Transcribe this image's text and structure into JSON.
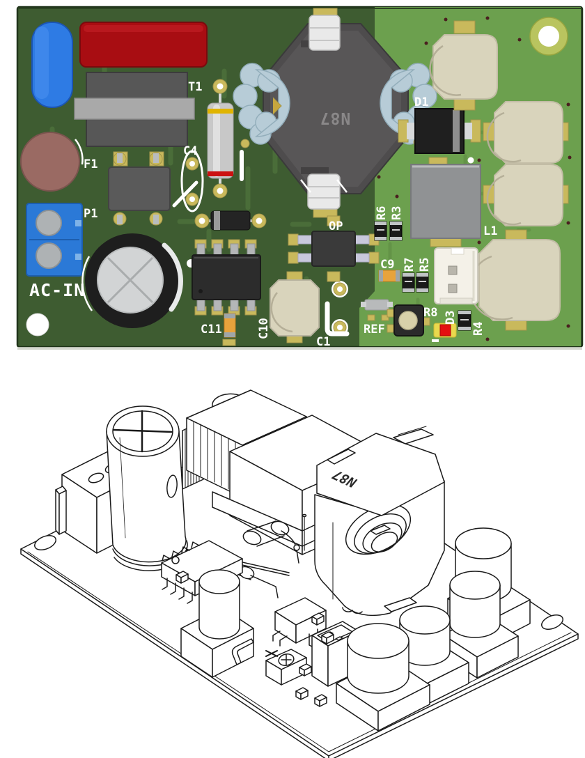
{
  "figure": {
    "type": "pcb-technical-illustration",
    "views": {
      "top": "3D rendered top view of power supply PCB",
      "iso": "Isometric line-art view of the same PCB"
    }
  },
  "labels": {
    "t1": "T1",
    "c4": "C4",
    "f1": "F1",
    "p1": "P1",
    "ac_in": "AC-IN",
    "d1": "D1",
    "l1": "L1",
    "op": "OP",
    "ref": "REF",
    "r3": "R3",
    "r4": "R4",
    "r5": "R5",
    "r6": "R6",
    "r7": "R7",
    "r8": "R8",
    "c1": "C1",
    "c9": "C9",
    "c10": "C10",
    "c11": "C11",
    "d3": "D3"
  },
  "markings": {
    "core_top": "N87",
    "core_iso": "N87"
  },
  "colors": {
    "board_dark": "#3E5C31",
    "board_light": "#6CA04E",
    "silkscreen": "#FFFFFF",
    "pad_gold": "#C9B95C",
    "cap_blue": "#2E7BE4",
    "cap_red": "#A80D12",
    "fuse_brown": "#9A6A63",
    "terminal_blue": "#2B79D7",
    "coil_blue": "#B7CCD7",
    "led_red": "#E31010",
    "smd_orange": "#E8A33C",
    "body_beige": "#D9D4BC",
    "line_art_stroke": "#1A1A1A"
  }
}
